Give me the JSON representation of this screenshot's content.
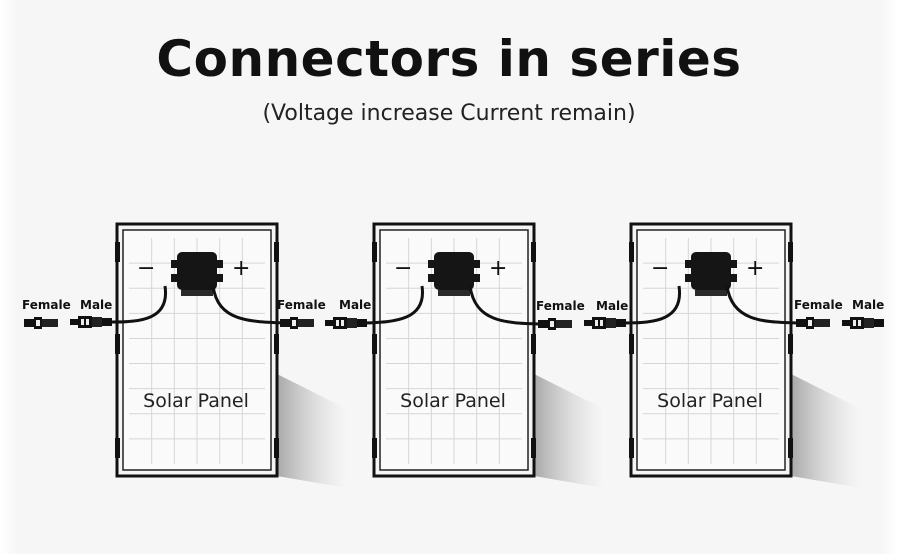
{
  "title": "Connectors in series",
  "subtitle": "(Voltage increase Current remain)",
  "panels": [
    {
      "label": "Solar Panel",
      "minus": "−",
      "plus": "+"
    },
    {
      "label": "Solar Panel",
      "minus": "−",
      "plus": "+"
    },
    {
      "label": "Solar Panel",
      "minus": "−",
      "plus": "+"
    }
  ],
  "connector_labels": [
    {
      "female": "Female",
      "male": "Male"
    },
    {
      "female": "Female",
      "male": "Male"
    },
    {
      "female": "Female",
      "male": "Male"
    },
    {
      "female": "Female",
      "male": "Male"
    }
  ]
}
